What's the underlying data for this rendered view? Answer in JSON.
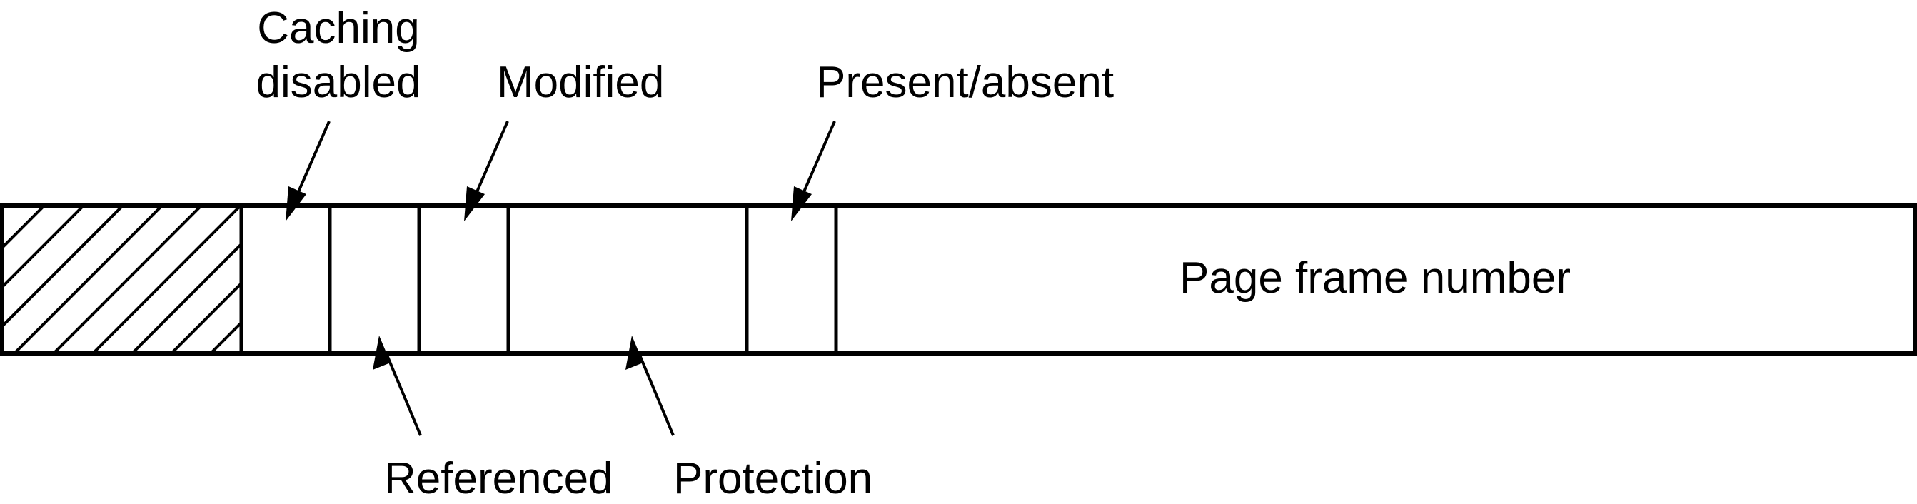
{
  "labels": {
    "caching_disabled_line1": "Caching",
    "caching_disabled_line2": "disabled",
    "modified": "Modified",
    "present_absent": "Present/absent",
    "referenced": "Referenced",
    "protection": "Protection",
    "page_frame_number": "Page frame number"
  },
  "colors": {
    "stroke": "#000000",
    "background": "#ffffff"
  }
}
